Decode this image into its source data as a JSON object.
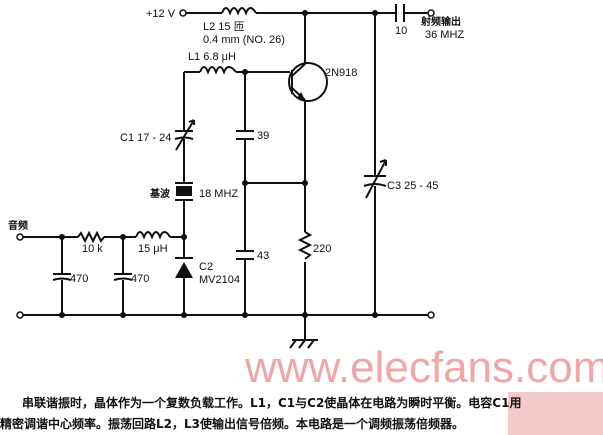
{
  "circuit": {
    "supply": "+12 V",
    "l2_label": "L2 15 匝",
    "l2_spec": "0.4 mm (NO. 26)",
    "c_out": "10",
    "output_label": "射频输出",
    "output_freq": "36 MHZ",
    "l1_label": "L1 6.8 μH",
    "transistor": "2N918",
    "c1_label": "C1 17 - 24",
    "c39": "39",
    "crystal_label": "基波",
    "crystal_freq": "18 MHZ",
    "c3_label": "C3 25 - 45",
    "input_label": "音频",
    "r10k": "10 k",
    "l15": "15 μH",
    "c2_label": "C2",
    "c2_part": "MV2104",
    "c43": "43",
    "r220": "220",
    "c470a": "470",
    "c470b": "470"
  },
  "watermark": "www.elecfans.com",
  "caption": {
    "line1": "串联谐振时，晶体作为一个复数负载工作。L1，C1与C2使晶体在电路为瞬时平衡。电容C1用",
    "line2": "精密调谐中心频率。振荡回路L2，L3使输出信号倍频。本电路是一个调频振荡倍频器。"
  }
}
